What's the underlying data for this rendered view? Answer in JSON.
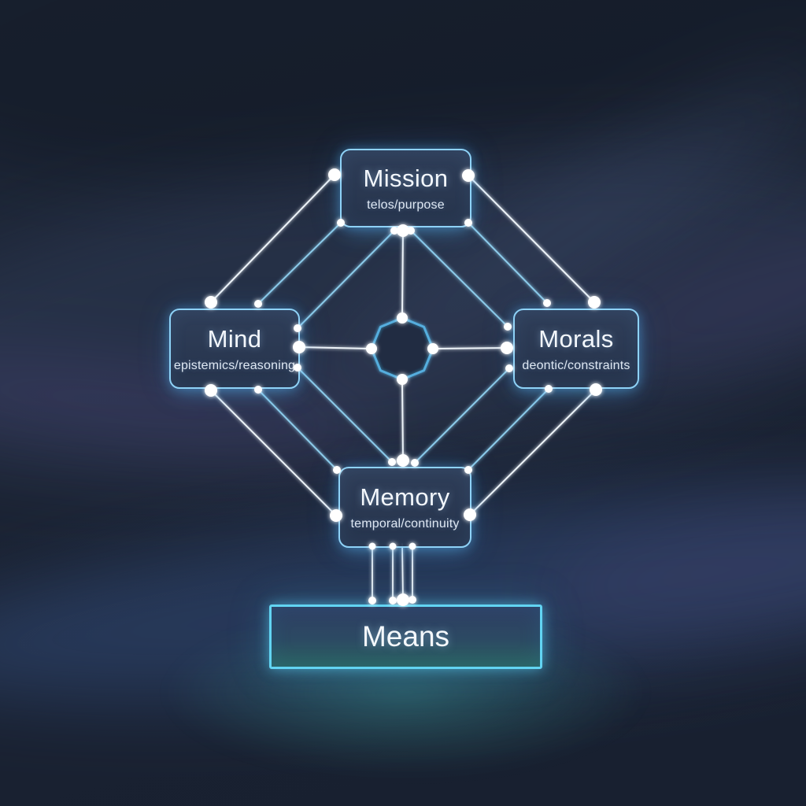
{
  "diagram": {
    "nodes": {
      "mission": {
        "label": "Mission",
        "sublabel": "telos/purpose"
      },
      "mind": {
        "label": "Mind",
        "sublabel": "epistemics/reasoning"
      },
      "morals": {
        "label": "Morals",
        "sublabel": "deontic/constraints"
      },
      "memory": {
        "label": "Memory",
        "sublabel": "temporal/continuity"
      },
      "means": {
        "label": "Means"
      }
    },
    "colors": {
      "background": "#1a2232",
      "node_border": "#8ed2f7",
      "line_white": "#eef4f9",
      "line_cyan": "#8ccbea",
      "dot": "#ffffff",
      "octagon_stroke": "#55aede",
      "means_border": "#62d4f2",
      "means_fill_top": "#2f3e63",
      "means_fill_bottom": "#2c6462"
    }
  }
}
